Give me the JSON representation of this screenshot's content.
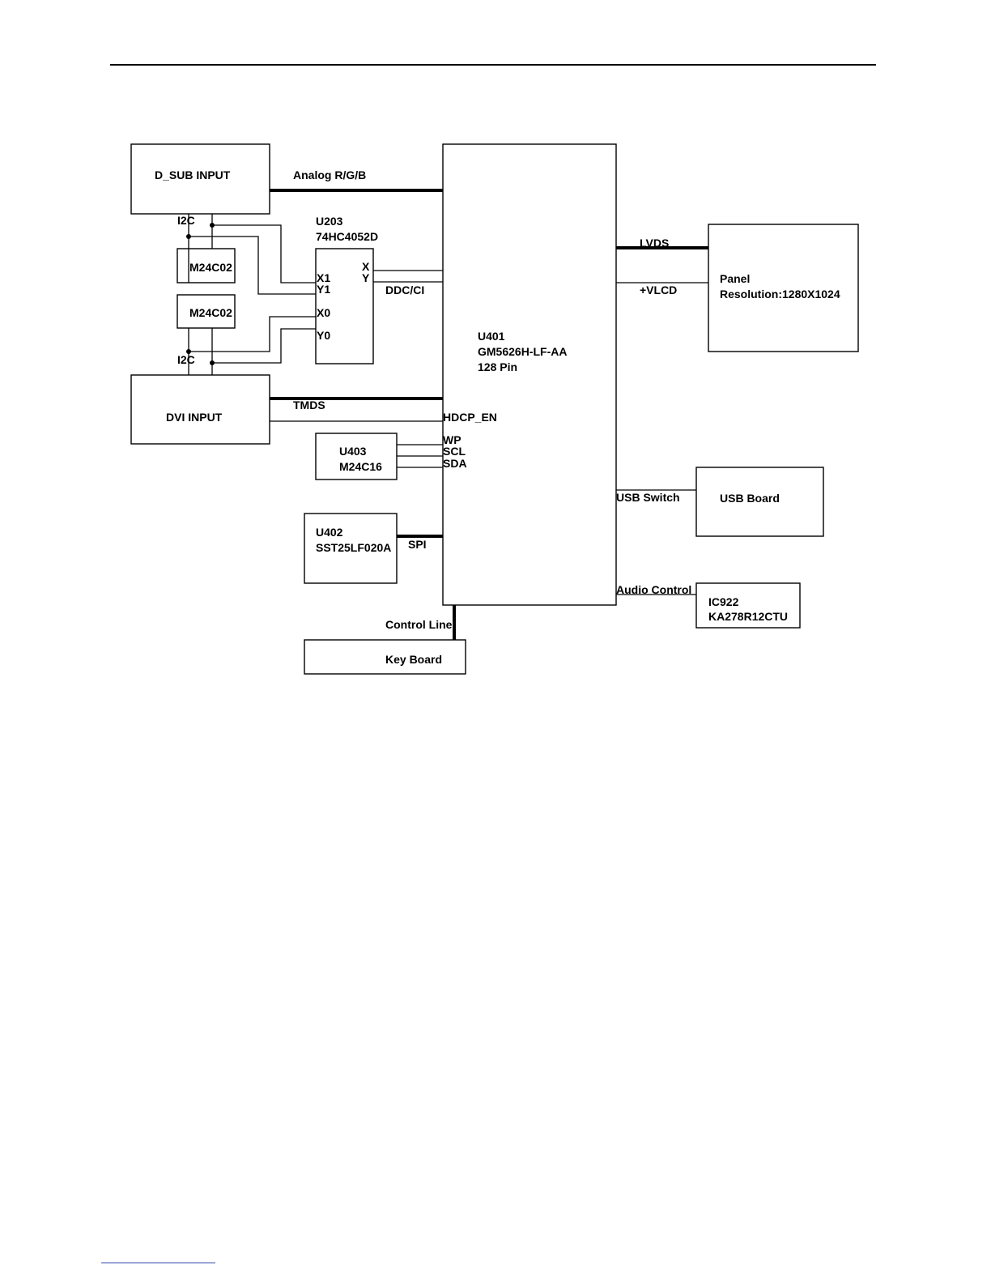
{
  "blocks": {
    "dsub": "D_SUB INPUT",
    "dvi": "DVI INPUT",
    "eeprom_top": "M24C02",
    "eeprom_bottom": "M24C02",
    "mux_ref": "U203",
    "mux_part": "74HC4052D",
    "mux_pin_x1": "X1",
    "mux_pin_y1": "Y1",
    "mux_pin_x0": "X0",
    "mux_pin_y0": "Y0",
    "mux_pin_x": "X",
    "mux_pin_y": "Y",
    "u403_ref": "U403",
    "u403_part": "M24C16",
    "u402_ref": "U402",
    "u402_part": "SST25LF020A",
    "u401_ref": "U401",
    "u401_part": "GM5626H-LF-AA",
    "u401_pins": "128 Pin",
    "panel_title": "Panel",
    "panel_res": "Resolution:1280X1024",
    "usb_board": "USB Board",
    "ic922_ref": "IC922",
    "ic922_part": "KA278R12CTU",
    "key_board": "Key Board"
  },
  "signals": {
    "analog": "Analog R/G/B",
    "i2c_top": "I2C",
    "i2c_bottom": "I2C",
    "ddc": "DDC/CI",
    "tmds": "TMDS",
    "hdcp": "HDCP_EN",
    "wp": "WP",
    "scl": "SCL",
    "sda": "SDA",
    "spi": "SPI",
    "lvds": "LVDS",
    "vlcd": "+VLCD",
    "usb_switch": "USB Switch",
    "audio_control": "Audio Control",
    "control_line": "Control Line"
  }
}
